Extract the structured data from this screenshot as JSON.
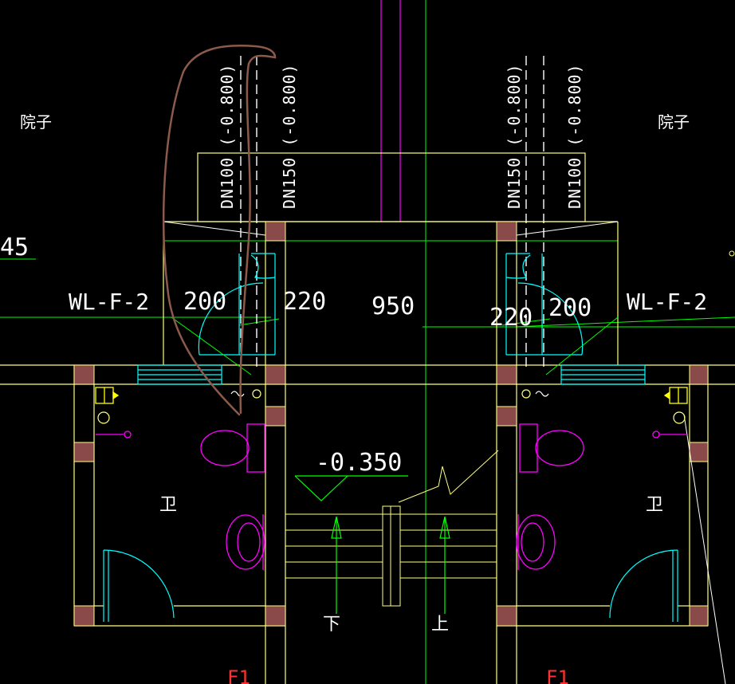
{
  "labels": {
    "yard_left": "院子",
    "yard_right": "院子",
    "pipe_dn100_left": "DN100 (-0.800)",
    "pipe_dn150_left": "DN150 (-0.800)",
    "pipe_dn150_right": "DN150 (-0.800)",
    "pipe_dn100_right": "DN100 (-0.800)",
    "partial_dim": "45",
    "wl_left": "WL-F-2",
    "wl_right": "WL-F-2",
    "dim_200_left": "200",
    "dim_220_left": "220",
    "dim_950": "950",
    "dim_220_right": "220",
    "dim_200_right": "200",
    "elevation": "-0.350",
    "bath_left": "卫",
    "bath_right": "卫",
    "stair_down": "下",
    "stair_up": "上",
    "tag_left": "F1",
    "tag_right": "F1"
  },
  "colors": {
    "background": "#000000",
    "wall": "#ffff80",
    "column": "#8b4a4a",
    "fixture": "#ff00ff",
    "pipe": "#ffffff",
    "axis": "#00ff00",
    "cyan": "#00ffff",
    "annotation": "#8b5a4a",
    "yellow": "#ffff00",
    "red": "#ff3030"
  }
}
